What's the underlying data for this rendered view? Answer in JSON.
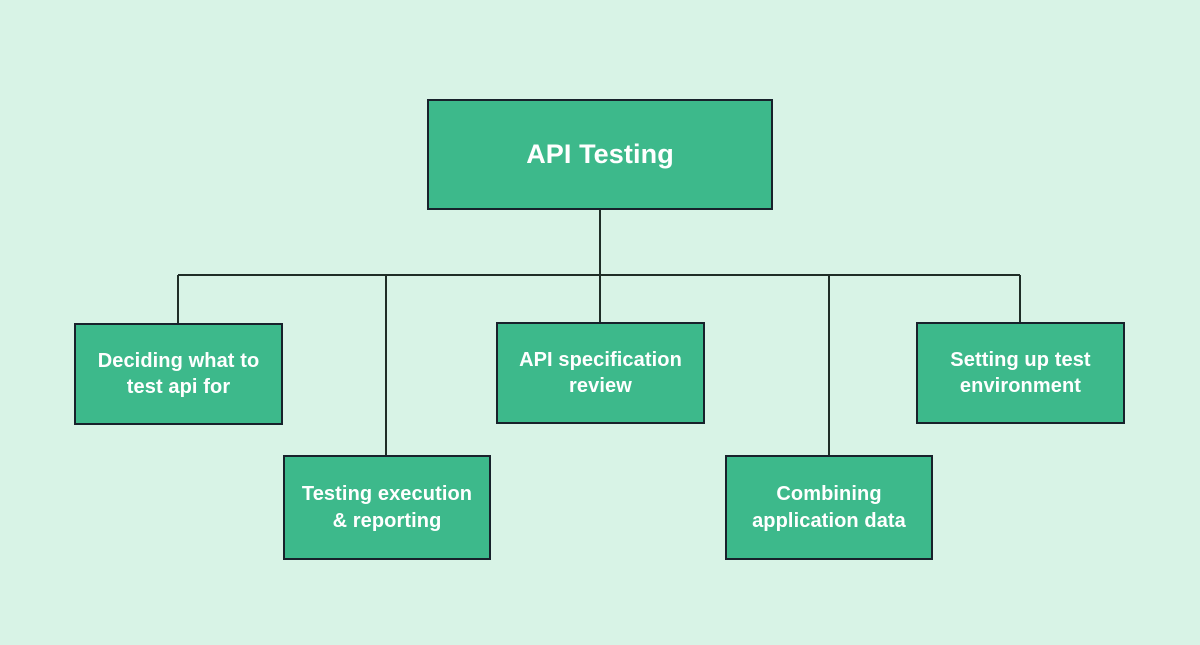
{
  "diagram": {
    "type": "tree-hierarchy",
    "background_color": "#d8f3e6",
    "node_fill_color": "#3db98b",
    "node_border_color": "#18212b",
    "node_text_color": "#ffffff",
    "connector_color": "#1f2d27",
    "root": {
      "label": "API Testing"
    },
    "children": [
      {
        "label": "Deciding what to\ntest api for"
      },
      {
        "label": "Testing execution\n& reporting"
      },
      {
        "label": "API specification\nreview"
      },
      {
        "label": "Combining\napplication data"
      },
      {
        "label": "Setting up test\nenvironment"
      }
    ]
  }
}
